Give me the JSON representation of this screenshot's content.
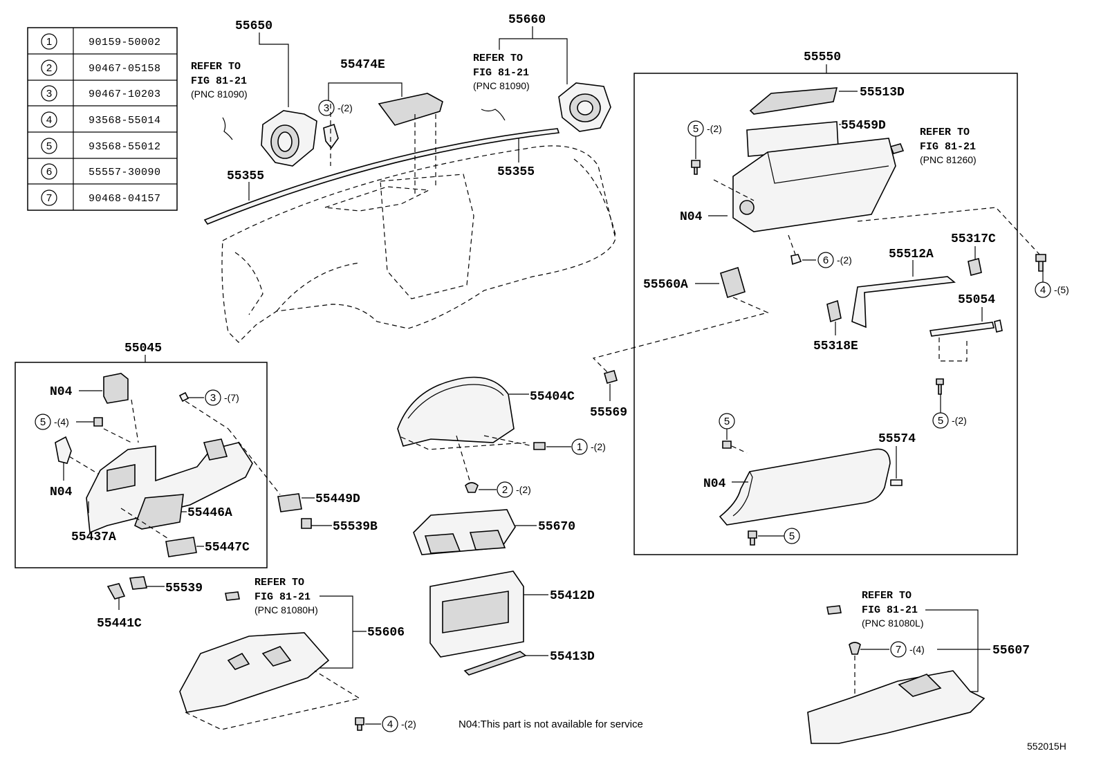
{
  "legend_table": [
    {
      "num": "1",
      "part": "90159-50002"
    },
    {
      "num": "2",
      "part": "90467-05158"
    },
    {
      "num": "3",
      "part": "90467-10203"
    },
    {
      "num": "4",
      "part": "93568-55014"
    },
    {
      "num": "5",
      "part": "93568-55012"
    },
    {
      "num": "6",
      "part": "55557-30090"
    },
    {
      "num": "7",
      "part": "90468-04157"
    }
  ],
  "parts": {
    "p55650": "55650",
    "p55660": "55660",
    "p55474e": "55474E",
    "p55355a": "55355",
    "p55355b": "55355",
    "p55550": "55550",
    "p55513d": "55513D",
    "p55459d": "55459D",
    "p55317c": "55317C",
    "p55512a": "55512A",
    "p55054": "55054",
    "p55560a": "55560A",
    "p55318e": "55318E",
    "p55569": "55569",
    "p55574": "55574",
    "p55045": "55045",
    "p55404c": "55404C",
    "p55449d": "55449D",
    "p55446a": "55446A",
    "p55539b": "55539B",
    "p55437a": "55437A",
    "p55447c": "55447C",
    "p55670": "55670",
    "p55539": "55539",
    "p55441c": "55441C",
    "p55412d": "55412D",
    "p55606": "55606",
    "p55413d": "55413D",
    "p55607": "55607",
    "n04": "N04"
  },
  "callouts": {
    "qty2": "-(2)",
    "qty4": "-(4)",
    "qty5": "-(5)",
    "qty7": "-(7)"
  },
  "refs": {
    "refer_to": "REFER TO",
    "fig": "FIG 81-21",
    "pnc_81090": "(PNC 81090)",
    "pnc_81260": "(PNC 81260)",
    "pnc_81080h": "(PNC 81080H)",
    "pnc_81080l": "(PNC 81080L)"
  },
  "note": "N04:This part is not available for service",
  "diagram_id": "552015H"
}
